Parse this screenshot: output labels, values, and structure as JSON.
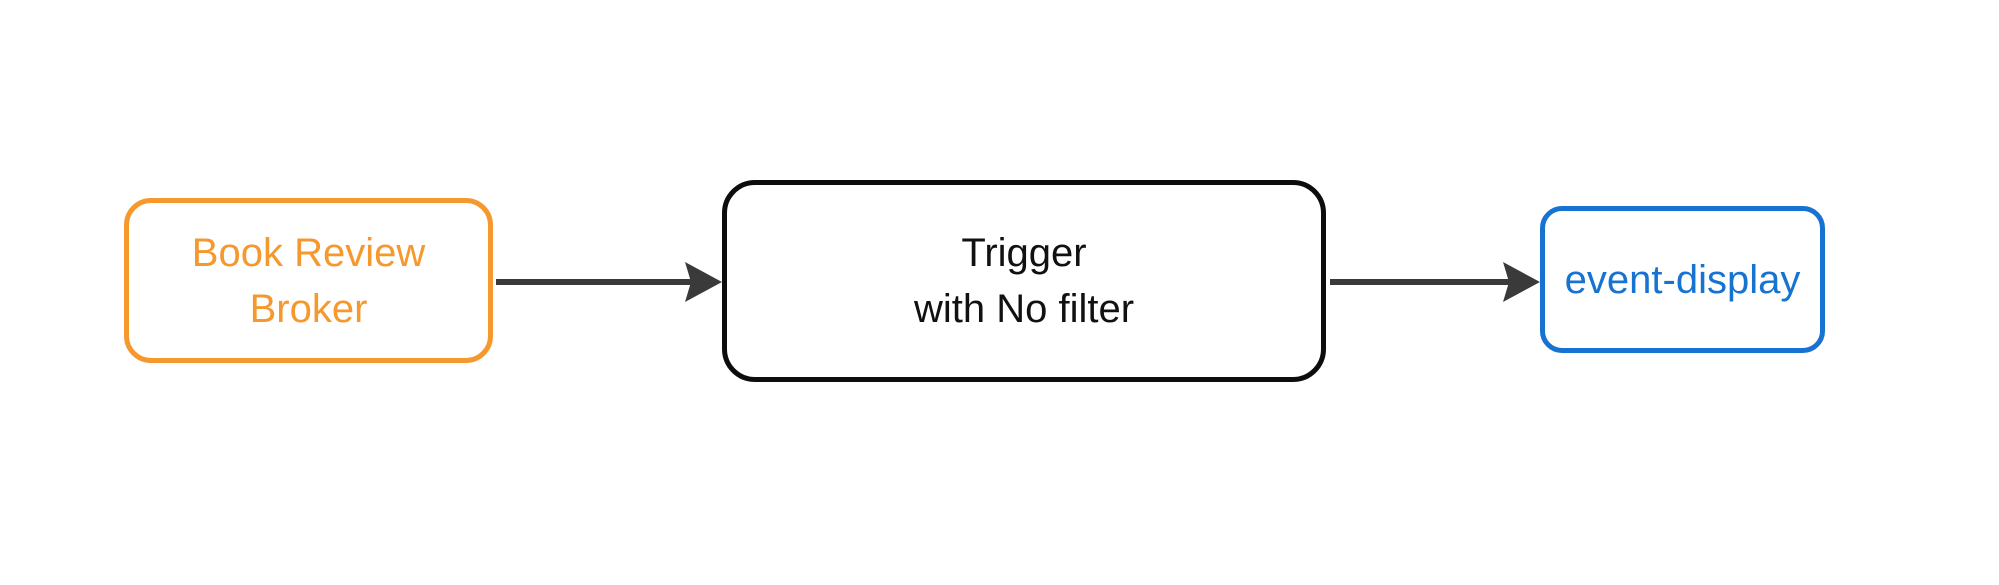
{
  "diagram": {
    "type": "flowchart-left-to-right",
    "background_color": "#ffffff",
    "edge_color": "#3a3a3a",
    "nodes": [
      {
        "id": "book-review-broker",
        "lines": [
          "Book Review",
          "Broker"
        ],
        "border_color": "#f5982d",
        "text_color": "#f5982d"
      },
      {
        "id": "trigger",
        "lines": [
          "Trigger",
          "with No filter"
        ],
        "border_color": "#0d0d0d",
        "text_color": "#111111"
      },
      {
        "id": "event-display",
        "lines": [
          "event-display"
        ],
        "border_color": "#1673d2",
        "text_color": "#1673d2"
      }
    ],
    "edges": [
      {
        "from": "book-review-broker",
        "to": "trigger"
      },
      {
        "from": "trigger",
        "to": "event-display"
      }
    ]
  }
}
